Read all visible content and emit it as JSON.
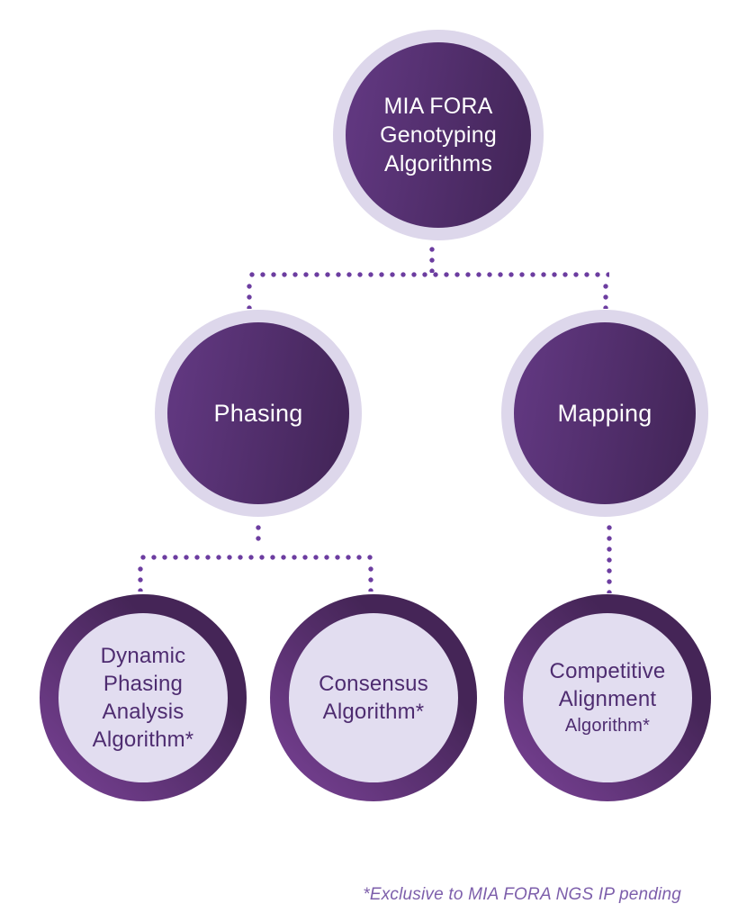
{
  "colors": {
    "halo": "#ddd7eb",
    "node_grad_a": "#60377f",
    "node_grad_b": "#44265a",
    "ring_grad_a": "#7b4398",
    "ring_grad_b": "#452557",
    "ring_fill": "#e2ddf0",
    "text_light": "#ffffff",
    "text_dark": "#4e2c70",
    "dot": "#6c3da0",
    "footnote": "#7d5fab",
    "bg": "#ffffff"
  },
  "nodes": {
    "root": {
      "lines": [
        "MIA FORA",
        "Genotyping",
        "Algorithms"
      ]
    },
    "phasing": {
      "label": "Phasing"
    },
    "mapping": {
      "label": "Mapping"
    },
    "dynamic_phasing": {
      "lines": [
        "Dynamic",
        "Phasing",
        "Analysis",
        "Algorithm*"
      ]
    },
    "consensus": {
      "lines": [
        "Consensus",
        "Algorithm*"
      ]
    },
    "competitive": {
      "lines": [
        "Competitive",
        "Alignment"
      ],
      "sub_line": "Algorithm*"
    }
  },
  "footnote": {
    "text": "*Exclusive to MIA FORA NGS IP pending"
  }
}
